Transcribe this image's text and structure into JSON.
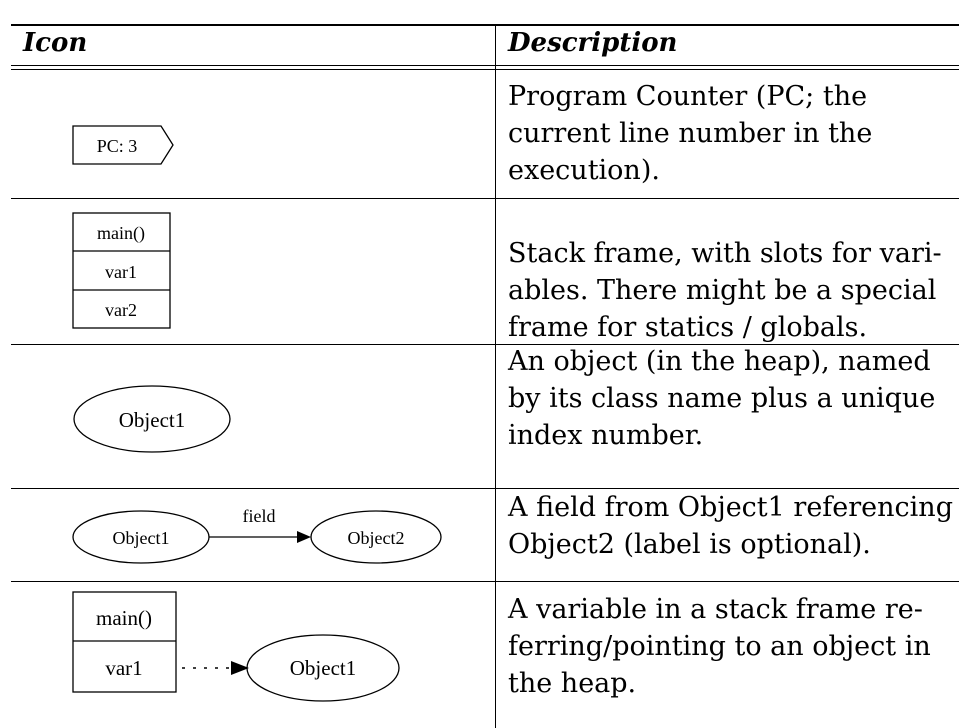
{
  "table": {
    "headers": {
      "icon": "Icon",
      "description": "Description"
    },
    "rows": [
      {
        "icon_labels": {
          "pc": "PC: 3"
        },
        "description": [
          "Program Counter (PC; the",
          "current line number in the",
          "execution)."
        ]
      },
      {
        "icon_labels": {
          "frame": "main()",
          "slot1": "var1",
          "slot2": "var2"
        },
        "description": [
          "Stack frame, with slots for vari-",
          "ables. There might be a special",
          "frame for statics / globals."
        ]
      },
      {
        "icon_labels": {
          "object": "Object1"
        },
        "description": [
          "An object (in the heap), named",
          "by its class name plus a unique",
          "index number."
        ]
      },
      {
        "icon_labels": {
          "source": "Object1",
          "edge": "field",
          "target": "Object2"
        },
        "description": [
          "A field from Object1 referencing",
          "Object2 (label is optional)."
        ]
      },
      {
        "icon_labels": {
          "frame": "main()",
          "slot1": "var1",
          "object": "Object1"
        },
        "description": [
          "A variable in a stack frame re-",
          "ferring/pointing to an object in",
          "the heap."
        ]
      }
    ]
  }
}
